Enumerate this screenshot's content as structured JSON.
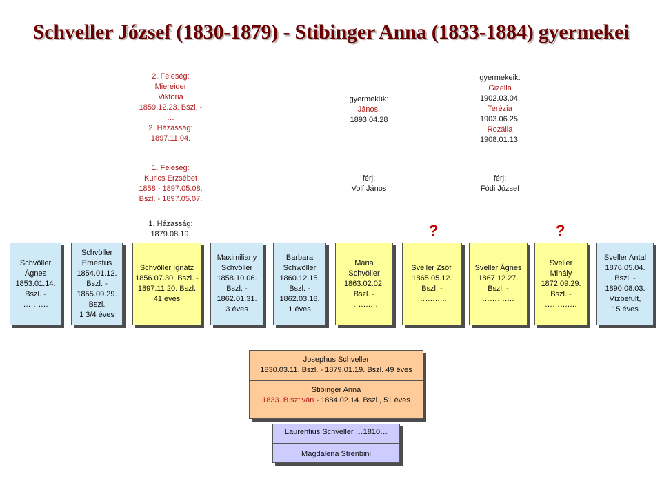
{
  "title": "Schveller József (1830-1879) - Stibinger Anna (1833-1884) gyermekei",
  "notes": {
    "wife2": [
      "2. Feleség:",
      "Miereider",
      "Viktoria",
      "1859.12.23. Bszl. -",
      "…",
      "2. Házasság:",
      "1897.11.04."
    ],
    "wife1": [
      "1. Feleség:",
      "Kurics Erzsébet",
      "1858 - 1897.05.08.",
      "Bszl. - 1897.05.07."
    ],
    "marriage1": [
      "1. Házasság:",
      "1879.08.19."
    ],
    "children_maria": [
      "gyermekük:",
      "János,",
      "1893.04.28"
    ],
    "husband_maria": [
      "férj:",
      "Volf János"
    ],
    "children_zsofi": [
      "gyermekeik:",
      "Gizella",
      "1902.03.04.",
      "Terézia",
      "1903.06.25.",
      "Rozália",
      "1908.01.13."
    ],
    "husband_zsofi": [
      "férj:",
      "Fódi József"
    ]
  },
  "question_marks": [
    "?",
    "?"
  ],
  "siblings": [
    [
      "Schvöller",
      "Ágnes",
      "1853.01.14.",
      "Bszl. -",
      "………."
    ],
    [
      "Schvöller",
      "Ernestus",
      "1854.01.12.",
      "Bszl. -",
      "1855.09.29.",
      "Bszl.",
      "1 3/4 éves"
    ],
    [
      "Schvöller Ignátz",
      "1856.07.30. Bszl. -",
      "1897.11.20. Bszl.",
      "41 éves"
    ],
    [
      "Maximiliany",
      "Schvöller",
      "1858.10.06.",
      "Bszl. -",
      "1862.01.31.",
      "3 éves"
    ],
    [
      "Barbara",
      "Schwöller",
      "1860.12.15.",
      "Bszl. -",
      "1862.03.18.",
      "1 éves"
    ],
    [
      "Mária",
      "Schvöller",
      "1863.02.02.",
      "Bszl. -",
      "…….…."
    ],
    [
      "Sveller Zsófi",
      "1865.05.12.",
      "Bszl. -",
      "…….….."
    ],
    [
      "Sveller Ágnes",
      "1867.12.27.",
      "Bszl. -",
      "……….…"
    ],
    [
      "Sveller",
      "Mihály",
      "1872.09.29.",
      "Bszl. -",
      "……….…"
    ],
    [
      "Sveller Antal",
      "1876.05.04.",
      "Bszl. -",
      "1890.08.03.",
      "Vízbefult,",
      "15 éves"
    ]
  ],
  "parents": {
    "father": [
      "Josephus Schveller",
      "1830.03.11. Bszl. - 1879.01.19. Bszl. 49 éves"
    ],
    "mother_name": "Stibinger Anna",
    "mother_birth": "1833. B.sztiván",
    "mother_rest": " - 1884.02.14. Bszl., 51 éves"
  },
  "grandparents": {
    "grandfather": "Laurentius Schveller …1810…",
    "grandmother": "Magdalena Strenbini"
  },
  "colors": {
    "title": "#6b0000",
    "box_blue": "#cfe9f6",
    "box_yellow": "#ffff99",
    "box_orange": "#ffcc99",
    "box_lavender": "#ccccff",
    "note_red": "#b21c1c",
    "question": "#c00000"
  }
}
